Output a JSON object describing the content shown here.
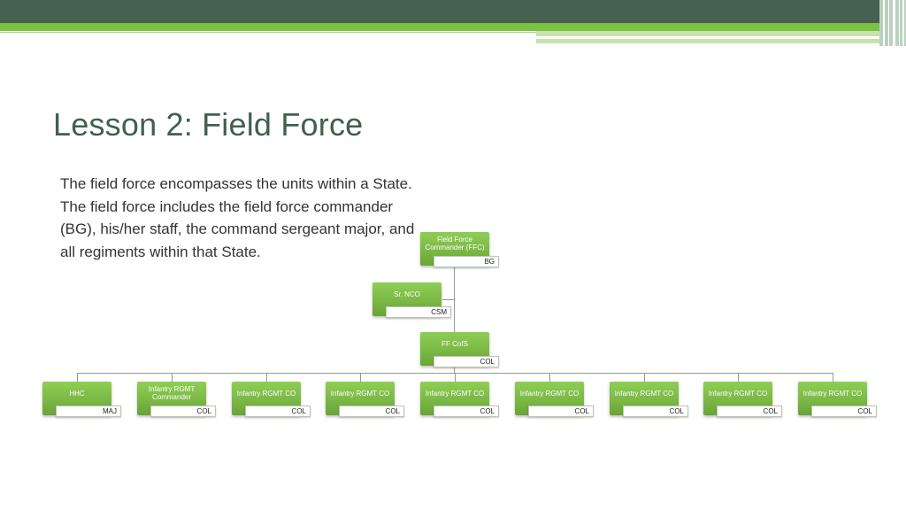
{
  "slide": {
    "title": "Lesson 2: Field Force",
    "body": "The field force encompasses the units within a State. The field force includes the field force commander (BG), his/her staff, the command sergeant major, and all regiments within that State."
  },
  "org_chart": {
    "ffc": {
      "title": "Field Force Commander (FFC)",
      "rank": "BG"
    },
    "sr_nco": {
      "title": "Sr. NCO",
      "rank": "CSM"
    },
    "cofs": {
      "title": "FF CofS",
      "rank": "COL"
    },
    "units": [
      {
        "title": "HHC",
        "rank": "MAJ"
      },
      {
        "title": "Infantry RGMT Commander",
        "rank": "COL"
      },
      {
        "title": "Infantry RGMT CO",
        "rank": "COL"
      },
      {
        "title": "Infantry RGMT CO",
        "rank": "COL"
      },
      {
        "title": "Infantry RGMT CO",
        "rank": "COL"
      },
      {
        "title": "Infantry RGMT CO",
        "rank": "COL"
      },
      {
        "title": "Infantry RGMT CO",
        "rank": "COL"
      },
      {
        "title": "Infantry RGMT CO",
        "rank": "COL"
      },
      {
        "title": "Infantry RGMT CO",
        "rank": "COL"
      }
    ]
  },
  "colors": {
    "header_dark": "#466150",
    "header_green": "#7bc142",
    "title_text": "#40604e",
    "node_green": "#7bb944"
  }
}
